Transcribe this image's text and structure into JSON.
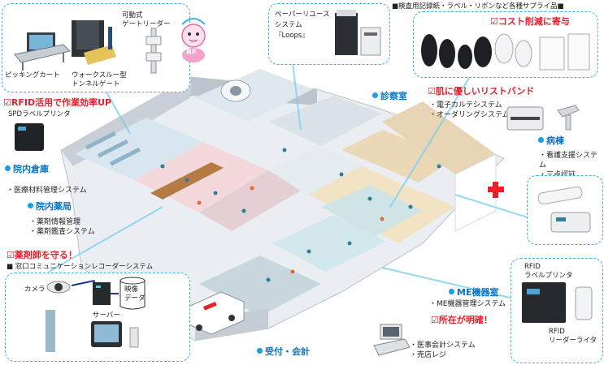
{
  "colors": {
    "accent_blue": "#0a74c4",
    "accent_red": "#e8202a",
    "bubble_border": "#3ab0e8",
    "floor": "#f2e3c4",
    "wall": "#c9cfd6"
  },
  "rf_badge": "RF",
  "devices_top": {
    "mobile_gate": "可動式\nゲートリーダー",
    "picking_cart": "ピッキングカート",
    "walkthrough_gate": "ウォークスルー型\nトンネルゲート"
  },
  "paperless": {
    "label": "ペーパーリユース\nシステム\n『Loops』"
  },
  "supplies": {
    "heading": "■検査用記録紙・ラベル・リボンなど各種サプライ品■",
    "note": "☑コスト削減に寄与"
  },
  "rfid_efficiency": "☑RFID活用で作業効率UP",
  "spd_printer": "SPDラベルプリンタ",
  "sections": {
    "warehouse": "院内倉庫",
    "pharmacy": "院内薬局",
    "exam_room": "診察室",
    "ward": "病棟",
    "me_room": "ME機器室",
    "reception": "受付・会計"
  },
  "systems": {
    "warehouse": "・医療材料管理システム",
    "pharmacy": "・薬剤情報管理\n・薬剤鑑査システム",
    "exam": "・電子カルテシステム\n・オーダリングシステム",
    "ward": "・看護支援システム\n・三点認証",
    "me": "・ME機器管理システム",
    "reception": "・医事会計システム\n・売店レジ"
  },
  "notes": {
    "pharmacist": "☑薬剤師を守る！",
    "wristband": "☑肌に優しいリストバンド",
    "location": "☑所在が明確！"
  },
  "window_comm": {
    "heading": "■ 窓口コミュニケーションレコーダーシステム",
    "camera": "カメラ",
    "server": "サーバー",
    "video": "映像\nデータ"
  },
  "rfid_devices": {
    "label_printer": "RFID\nラベルプリンタ",
    "reader_writer": "RFID\nリーダーライタ"
  }
}
